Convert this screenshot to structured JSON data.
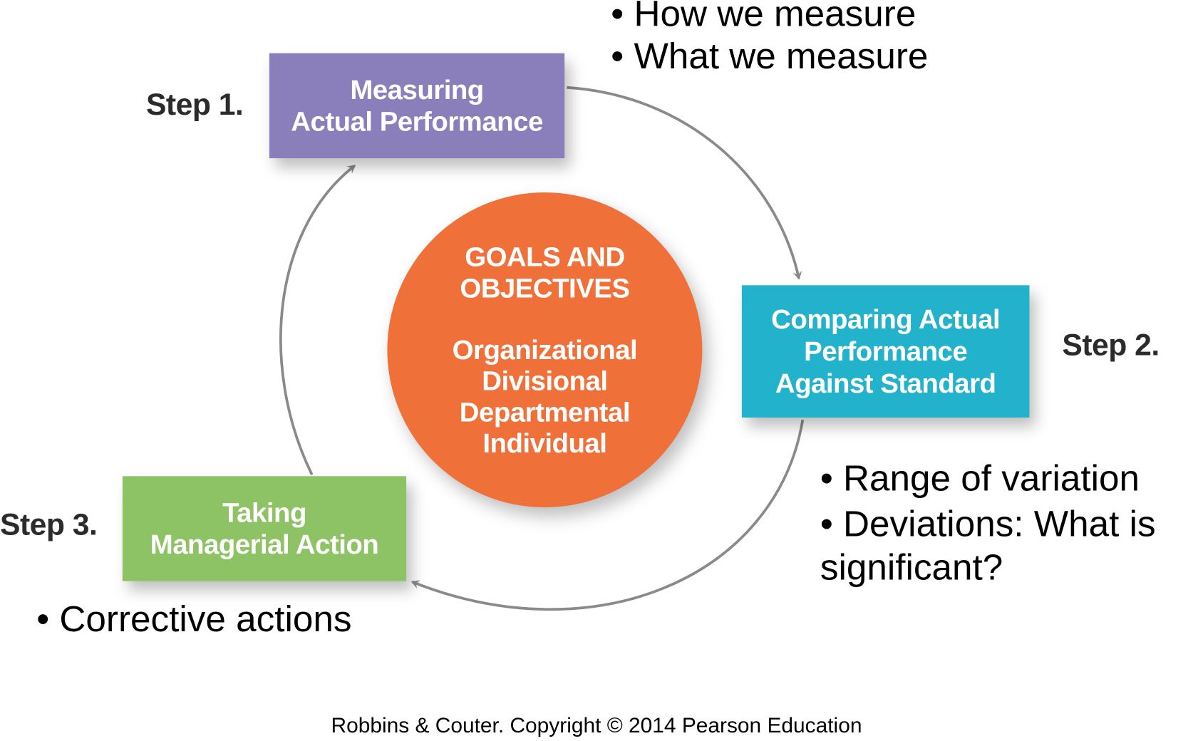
{
  "colors": {
    "step1": "#8a7fba",
    "step2": "#22b2cc",
    "step3": "#8dc265",
    "center": "#f0703a",
    "arrow": "#8a8a8a"
  },
  "steps": [
    {
      "label": "Step 1.",
      "lines": [
        "Measuring",
        "Actual Performance"
      ]
    },
    {
      "label": "Step 2.",
      "lines": [
        "Comparing Actual",
        "Performance",
        "Against Standard"
      ]
    },
    {
      "label": "Step 3.",
      "lines": [
        "Taking",
        "Managerial Action"
      ]
    }
  ],
  "center": {
    "heading": [
      "GOALS AND",
      "OBJECTIVES"
    ],
    "levels": [
      "Organizational",
      "Divisional",
      "Departmental",
      "Individual"
    ]
  },
  "notes": {
    "step1": [
      "• How we measure",
      "• What we measure"
    ],
    "step2": [
      "• Range of variation",
      "• Deviations: What is",
      "significant?"
    ],
    "step3": [
      "• Corrective actions"
    ]
  },
  "footer": "Robbins & Couter. Copyright © 2014 Pearson Education"
}
